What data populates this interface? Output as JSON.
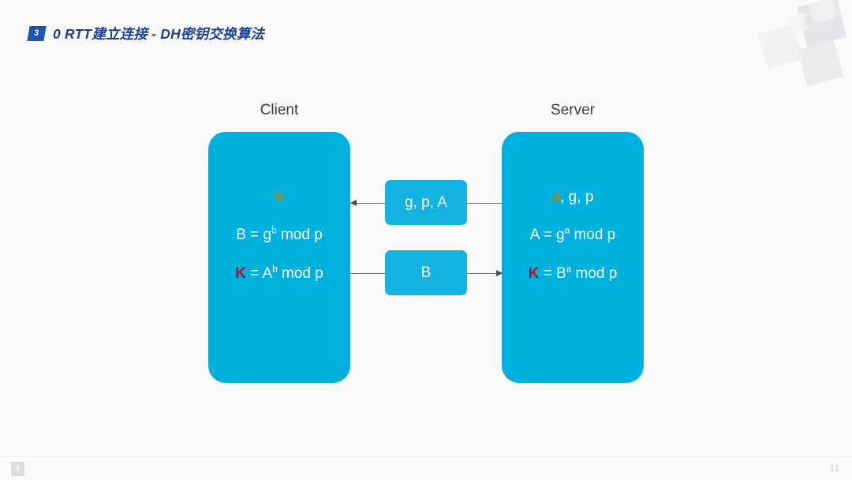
{
  "slide": {
    "background_color": "#fafafa",
    "accent_color": "#00b0de",
    "title_color": "#1c3f93"
  },
  "header": {
    "badge_number": "3",
    "title": "0 RTT建立连接 - DH密钥交换算法"
  },
  "diagram": {
    "client": {
      "label": "Client",
      "secret_var": "b",
      "secret_suffix": "",
      "public_formula_prefix": "B = g",
      "public_formula_exp": "b",
      "public_formula_suffix": " mod p",
      "key_var": "K",
      "key_formula_prefix": " = A",
      "key_formula_exp": "b",
      "key_formula_suffix": " mod p"
    },
    "server": {
      "label": "Server",
      "secret_var": "a",
      "secret_suffix": ", g, p",
      "public_formula_prefix": "A = g",
      "public_formula_exp": "a",
      "public_formula_suffix": " mod p",
      "key_var": "K",
      "key_formula_prefix": " = B",
      "key_formula_exp": "a",
      "key_formula_suffix": " mod p"
    },
    "messages": [
      {
        "label": "g, p, A",
        "direction": "server-to-client"
      },
      {
        "label": "B",
        "direction": "client-to-server"
      }
    ],
    "colors": {
      "box_fill": "#00b0de",
      "message_fill": "#14b2e0",
      "secret_var_color": "#97912a",
      "key_var_color": "#b0131b",
      "connector_color": "#6d6d6d"
    }
  },
  "footer": {
    "logo_glyph": "T",
    "page_number": "11"
  }
}
